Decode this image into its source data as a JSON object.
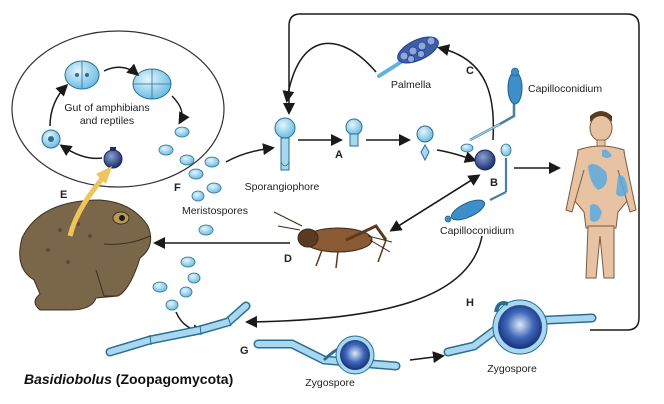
{
  "diagram": {
    "title_italic": "Basidiobolus",
    "title_rest": " (Zoopagomycota)",
    "labels": {
      "gut": "Gut of amphibians",
      "gut2": "and reptiles",
      "palmella": "Palmella",
      "capilloconidium_top": "Capilloconidium",
      "capilloconidium_mid": "Capilloconidium",
      "sporangiophore": "Sporangiophore",
      "meristospores": "Meristospores",
      "zygospore_left": "Zygospore",
      "zygospore_right": "Zygospore"
    },
    "letters": {
      "A": "A",
      "B": "B",
      "C": "C",
      "D": "D",
      "E": "E",
      "F": "F",
      "G": "G",
      "H": "H"
    }
  },
  "colors": {
    "cell_light": "#a8d8ef",
    "cell_mid": "#5fb4dd",
    "cell_stroke": "#2a6e92",
    "zygote_dark": "#1f3e8f",
    "toad": "#7a6649",
    "human_skin": "#e7c3a3",
    "lesion": "#5aa9e0",
    "arrow": "#1a1a1a",
    "gold_arrow": "#f0c45a"
  }
}
